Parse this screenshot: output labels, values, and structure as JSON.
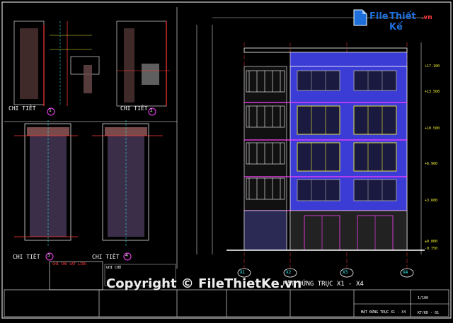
{
  "watermark": {
    "brand_file": "File",
    "brand_rest": "Thiết Kế",
    "brand_domain": ".vn",
    "copyright": "Copyright © FileThietKe.vn"
  },
  "details": {
    "left_label": "CHI  TIẾT",
    "left_number": "1",
    "right_label": "CHI  TIẾT",
    "right_number": "2",
    "bottom_left_label": "CHI  TIẾT",
    "bottom_left_number": "3",
    "bottom_right_label": "CHI  TIẾT",
    "bottom_right_number": "4"
  },
  "elevation": {
    "title": "MẶT ĐỨNG  TRỤC  X1 - X4",
    "axis_labels": [
      "X1",
      "X2",
      "X3",
      "X4"
    ],
    "levels": [
      "+17.100",
      "+13.500",
      "+10.500",
      "+6.900",
      "+3.600",
      "±0.000",
      "-0.750"
    ]
  },
  "notes": {
    "legend_title": "GHI CHÚ VẬT LIỆU",
    "note_title": "GHI CHÚ"
  },
  "title_block": {
    "drawing_name": "MẶT ĐỨNG TRỤC X1 - X4",
    "scale": "1/100",
    "sheet": "KT/KD - 01"
  },
  "colors": {
    "background": "#000000",
    "line_white": "#ffffff",
    "line_red": "#ff3b3b",
    "line_yellow": "#f5f534",
    "line_cyan": "#33ffff",
    "line_magenta": "#ff40ff",
    "facade_blue": "#3b3bd6",
    "watermark_blue": "#1e6fd9"
  }
}
